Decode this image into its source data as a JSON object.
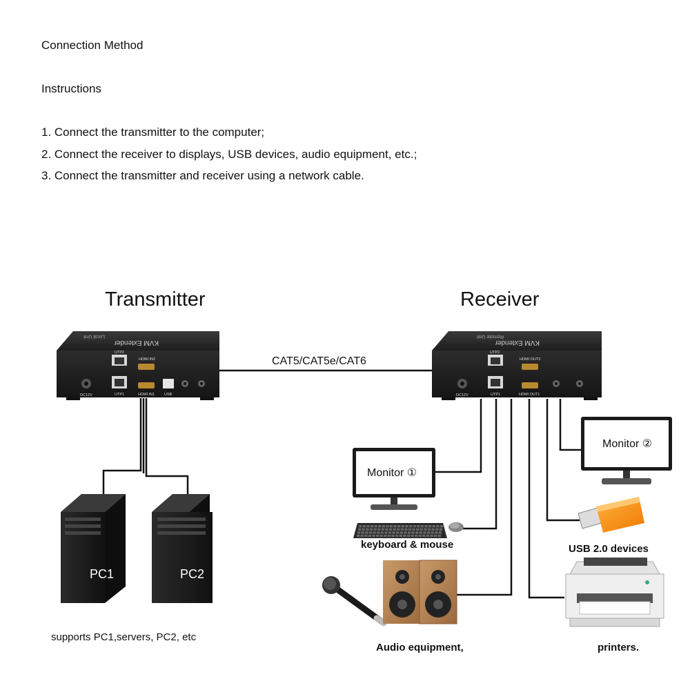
{
  "header": {
    "heading": "Connection Method",
    "subheading": "Instructions",
    "steps": [
      "1. Connect the transmitter to the computer;",
      "2. Connect the receiver to displays, USB devices, audio equipment, etc.;",
      "3. Connect the transmitter and receiver using a network cable."
    ]
  },
  "transmitter": {
    "title": "Transmitter",
    "brand": "KVM Extender",
    "unit": "Local Unit",
    "ports": {
      "utp2": "UTP2",
      "hdmi_in2": "HDMI IN2",
      "dc": "DC12V",
      "utp1": "UTP1",
      "hdmi_in1": "HDMI IN1",
      "usb": "USB"
    }
  },
  "receiver": {
    "title": "Receiver",
    "brand": "KVM Extender",
    "unit": "Remote Unit",
    "ports": {
      "utp2": "UTP2",
      "hdmi_out2": "HDMI OUT2",
      "dc": "DC12V",
      "utp1": "UTP1",
      "hdmi_out1": "HDMI OUT1"
    }
  },
  "cable_label": "CAT5/CAT5e/CAT6",
  "devices": {
    "pc1": "PC1",
    "pc2": "PC2",
    "pcs_caption": "supports PC1,servers, PC2, etc",
    "monitor1": "Monitor ①",
    "monitor2": "Monitor ②",
    "keyboard_caption": "keyboard & mouse",
    "usb_caption": "USB 2.0 devices",
    "audio_caption": "Audio equipment,",
    "printer_caption": "printers."
  }
}
